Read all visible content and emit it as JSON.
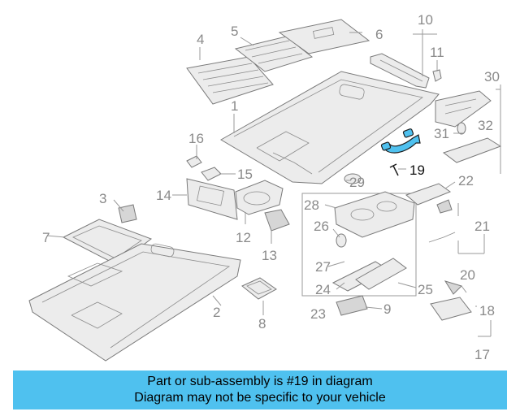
{
  "highlight_color": "#4fc1ef",
  "highlighted_part": "19",
  "callouts": {
    "c1": "1",
    "c2": "2",
    "c3": "3",
    "c4": "4",
    "c5": "5",
    "c6": "6",
    "c7": "7",
    "c8": "8",
    "c9": "9",
    "c10": "10",
    "c11": "11",
    "c12": "12",
    "c13": "13",
    "c14": "14",
    "c15": "15",
    "c16": "16",
    "c17": "17",
    "c18": "18",
    "c19": "19",
    "c20": "20",
    "c21": "21",
    "c22": "22",
    "c23": "23",
    "c24": "24",
    "c25": "25",
    "c26": "26",
    "c27": "27",
    "c28": "28",
    "c29": "29",
    "c30": "30",
    "c31": "31",
    "c32": "32"
  },
  "banner": {
    "line1": "Part or sub-assembly is #19 in diagram",
    "line2": "Diagram may not be specific to your vehicle"
  }
}
